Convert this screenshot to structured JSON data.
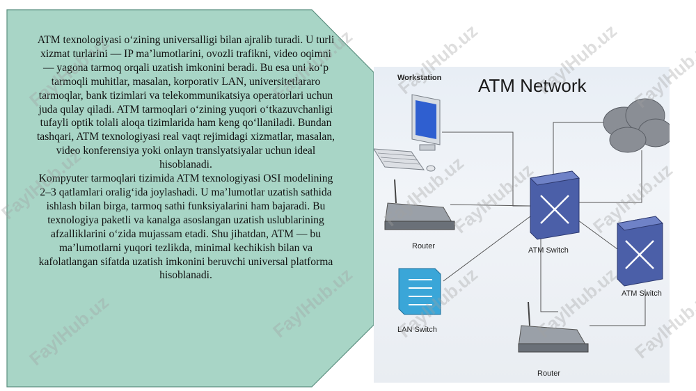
{
  "text_panel": {
    "paragraphs": [
      "ATM texnologiyasi o‘zining universalligi bilan ajralib turadi. U turli xizmat turlarini — IP ma’lumotlarini, ovozli trafikni, video oqimni — yagona tarmoq orqali uzatish imkonini beradi. Bu esa uni ko‘p tarmoqli muhitlar, masalan, korporativ LAN, universitetlararo tarmoqlar, bank tizimlari va telekommunikatsiya operatorlari uchun juda qulay qiladi. ATM tarmoqlari o‘zining yuqori o‘tkazuvchanligi tufayli optik tolali aloqa tizimlarida ham keng qo‘llaniladi. Bundan tashqari, ATM texnologiyasi real vaqt rejimidagi xizmatlar, masalan, video konferensiya yoki onlayn translyatsiyalar uchun ideal hisoblanadi.",
      "Kompyuter tarmoqlari tizimida ATM texnologiyasi OSI modelining 2–3 qatlamlari oralig‘ida joylashadi. U ma’lumotlar uzatish sathida ishlash bilan birga, tarmoq sathi funksiyalarini ham bajaradi. Bu texnologiya paketli va kanalga asoslangan uzatish uslublarining afzalliklarini o‘zida mujassam etadi. Shu jihatdan, ATM — bu ma’lumotlarni yuqori tezlikda, minimal kechikish bilan va kafolatlangan sifatda uzatish imkonini beruvchi universal platforma hisoblanadi."
    ],
    "fill_color": "#a8d5c6"
  },
  "diagram": {
    "title": "ATM Network",
    "labels": {
      "workstation": "Workstation",
      "router_top": "Router",
      "atm_switch_left": "ATM Switch",
      "atm_switch_right": "ATM Switch",
      "lan_switch": "LAN Switch",
      "router_bottom": "Router"
    }
  },
  "watermark": "FaylHub.uz"
}
